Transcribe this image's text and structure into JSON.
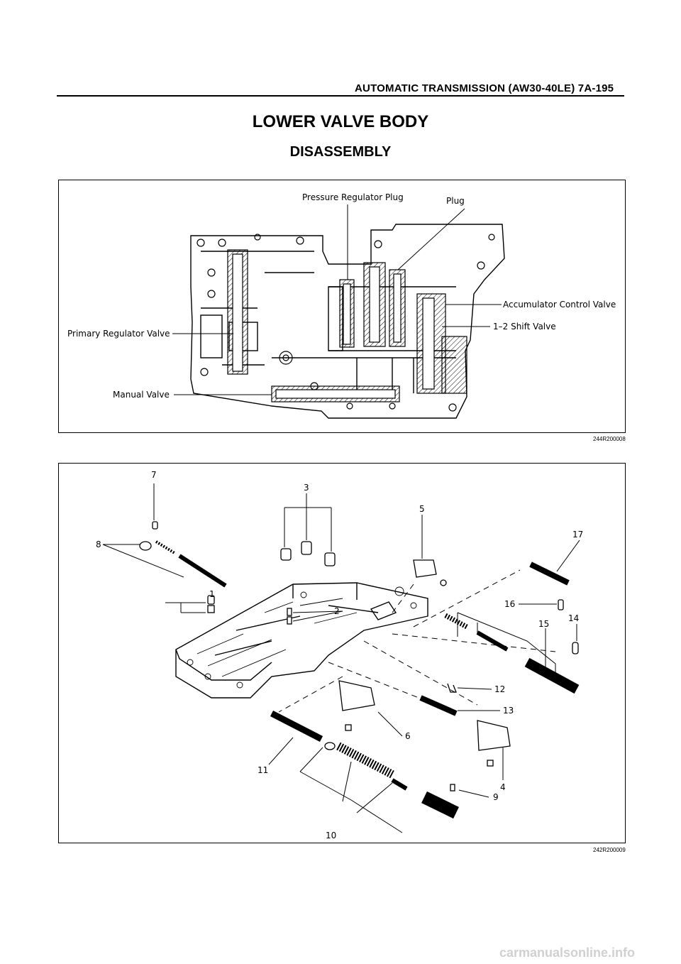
{
  "header": {
    "title": "AUTOMATIC TRANSMISSION (AW30-40LE)  7A-195"
  },
  "section_title": "LOWER VALVE BODY",
  "sub_title": "DISASSEMBLY",
  "figure1": {
    "labels": {
      "pressure_regulator_plug": "Pressure Regulator Plug",
      "plug": "Plug",
      "accumulator_control_valve": "Accumulator Control Valve",
      "shift_valve_1_2": "1–2 Shift Valve",
      "primary_regulator_valve": "Primary Regulator Valve",
      "manual_valve": "Manual Valve"
    },
    "code": "244R200008"
  },
  "figure2": {
    "callouts": [
      "1",
      "2",
      "3",
      "4",
      "5",
      "6",
      "7",
      "8",
      "9",
      "10",
      "11",
      "12",
      "13",
      "14",
      "15",
      "16",
      "17"
    ],
    "code": "242R200009"
  },
  "footer": {
    "watermark": "carmanualsonline.info"
  }
}
